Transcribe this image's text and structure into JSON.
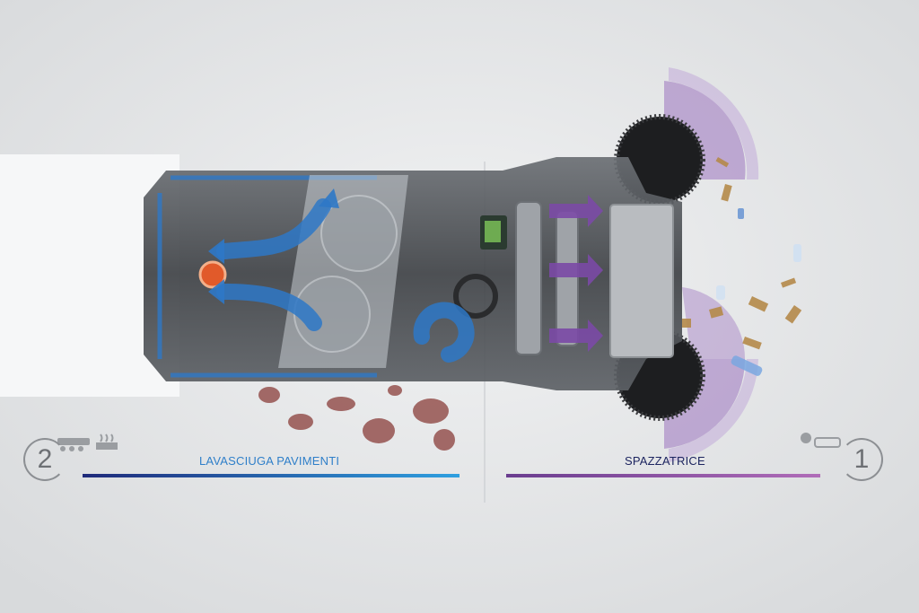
{
  "left_section": {
    "number": "2",
    "label": "LAVASCIUGA PAVIMENTI",
    "color": "#2f7fc9"
  },
  "right_section": {
    "number": "1",
    "label": "SPAZZATRICE",
    "color": "#6a3d8f"
  },
  "colors": {
    "background": "#e6e8ea",
    "scrubber_arrows": "#2e78c7",
    "sweeper_arrows": "#7b4aa6",
    "left_line_start": "#1f2a7a",
    "left_line_end": "#2fa0e0",
    "right_line_start": "#6a3d8f",
    "right_line_end": "#a060b0"
  },
  "icons": [
    "scrubber-mode-icon",
    "steam-icon",
    "broom-mode-icon"
  ]
}
